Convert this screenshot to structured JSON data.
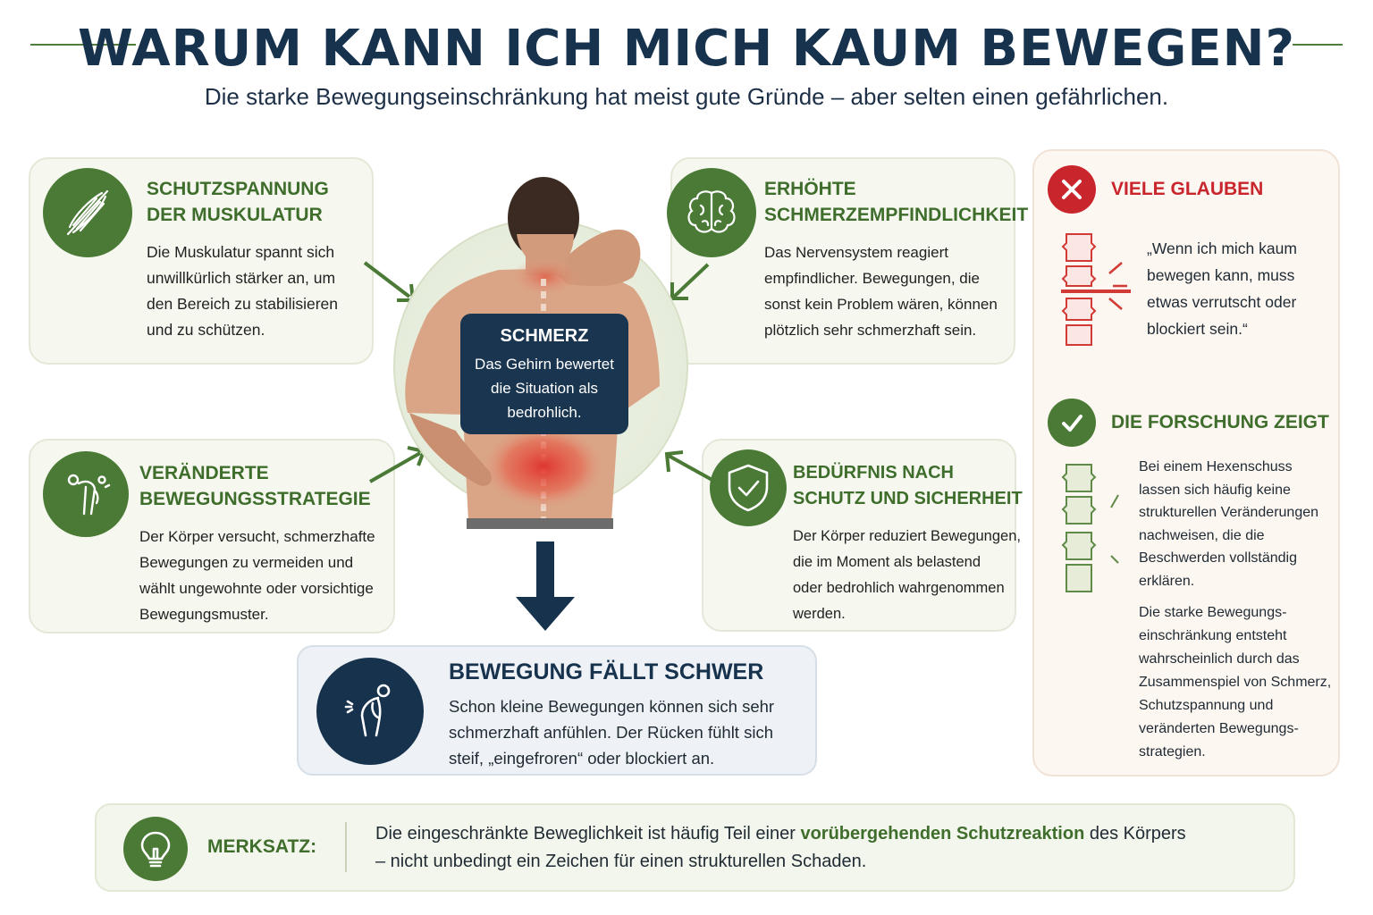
{
  "title": "WARUM KANN ICH MICH KAUM BEWEGEN?",
  "subtitle": "Die starke Bewegungseinschränkung hat meist gute Gründe – aber selten einen gefährlichen.",
  "cards": {
    "muskulatur": {
      "head1": "SCHUTZSPANNUNG",
      "head2": "DER MUSKULATUR",
      "lines": [
        "Die Muskulatur spannt sich",
        "unwillkürlich stärker an, um",
        "den Bereich zu stabilisieren",
        "und zu schützen."
      ],
      "icon": "muscle-icon"
    },
    "empfindlichkeit": {
      "head1": "ERHÖHTE",
      "head2": "SCHMERZEMPFINDLICHKEIT",
      "lines": [
        "Das Nervensystem reagiert",
        "empfindlicher. Bewegungen, die",
        "sonst kein Problem wären, können",
        "plötzlich sehr schmerzhaft sein."
      ],
      "icon": "brain-icon"
    },
    "strategie": {
      "head1": "VERÄNDERTE",
      "head2": "BEWEGUNGSSTRATEGIE",
      "lines": [
        "Der Körper versucht, schmerzhafte",
        "Bewegungen zu vermeiden und",
        "wählt ungewohnte oder vorsichtige",
        "Bewegungsmuster."
      ],
      "icon": "bent-person-icon"
    },
    "schutz": {
      "head1": "BEDÜRFNIS NACH",
      "head2": "SCHUTZ UND SICHERHEIT",
      "lines": [
        "Der Körper reduziert Bewegungen,",
        "die im Moment als belastend",
        "oder bedrohlich wahrgenommen",
        "werden."
      ],
      "icon": "shield-check-icon"
    }
  },
  "center": {
    "label": "SCHMERZ",
    "lines": [
      "Das Gehirn bewertet",
      "die Situation als",
      "bedrohlich."
    ]
  },
  "bewegung": {
    "title": "BEWEGUNG FÄLLT SCHWER",
    "lines": [
      "Schon kleine Bewegungen können sich sehr",
      "schmerzhaft anfühlen. Der Rücken fühlt sich",
      "steif, „eingefroren“ oder blockiert an."
    ],
    "icon": "hunched-person-icon"
  },
  "right_panel": {
    "myth_title": "VIELE GLAUBEN",
    "myth_lines": [
      "„Wenn ich mich kaum",
      "bewegen kann, muss",
      "etwas verrutscht oder",
      "blockiert sein.“"
    ],
    "research_title": "DIE FORSCHUNG ZEIGT",
    "research_lines": [
      "Bei einem Hexenschuss",
      "lassen sich häufig keine",
      "strukturellen Veränderungen",
      "nachweisen, die die",
      "Beschwerden vollständig",
      "erklären."
    ],
    "research_lines2": [
      "Die starke Bewegungs-",
      "einschränkung entsteht",
      "wahrscheinlich durch das",
      "Zusammenspiel von Schmerz,",
      "Schutzspannung und",
      "veränderten Bewegungs-",
      "strategien."
    ]
  },
  "merksatz": {
    "label": "MERKSATZ:",
    "text_a": "Die eingeschränkte Beweglichkeit ist häufig Teil einer ",
    "text_highlight": "vorübergehenden Schutzreaktion",
    "text_b": " des Körpers",
    "text_line2": "– nicht unbedingt ein Zeichen für einen strukturellen Schaden.",
    "icon": "lightbulb-icon"
  },
  "colors": {
    "green": "#4a7a36",
    "navy": "#17324d",
    "red": "#c9252c"
  }
}
